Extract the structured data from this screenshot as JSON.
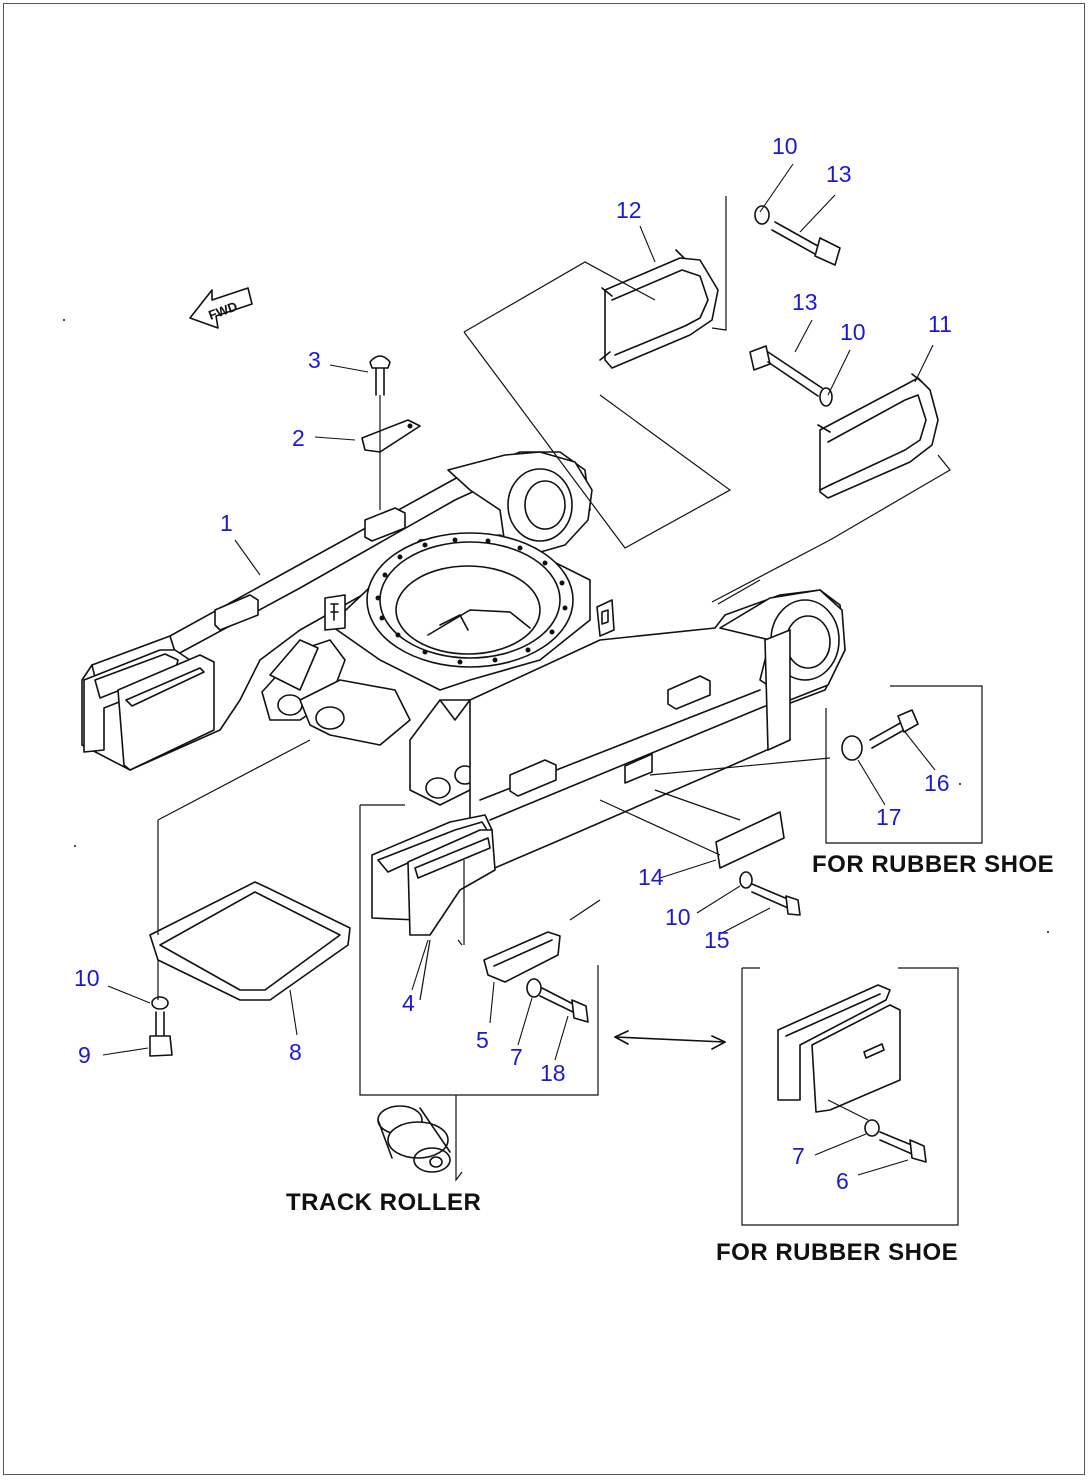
{
  "fwd_label": "FWD",
  "callouts": {
    "c1": "1",
    "c2": "2",
    "c3": "3",
    "c4": "4",
    "c5": "5",
    "c6": "6",
    "c7a": "7",
    "c7b": "7",
    "c8": "8",
    "c9": "9",
    "c10a": "10",
    "c10b": "10",
    "c10c": "10",
    "c10d": "10",
    "c11": "11",
    "c12": "12",
    "c13a": "13",
    "c13b": "13",
    "c14": "14",
    "c15": "15",
    "c16": "16",
    "c17": "17",
    "c18": "18"
  },
  "captions": {
    "rubber_shoe_top": "FOR RUBBER SHOE",
    "rubber_shoe_bottom": "FOR RUBBER SHOE",
    "track_roller": "TRACK ROLLER"
  },
  "colors": {
    "callout": "#1a1ad6",
    "line": "#111111",
    "frame": "#555555"
  }
}
